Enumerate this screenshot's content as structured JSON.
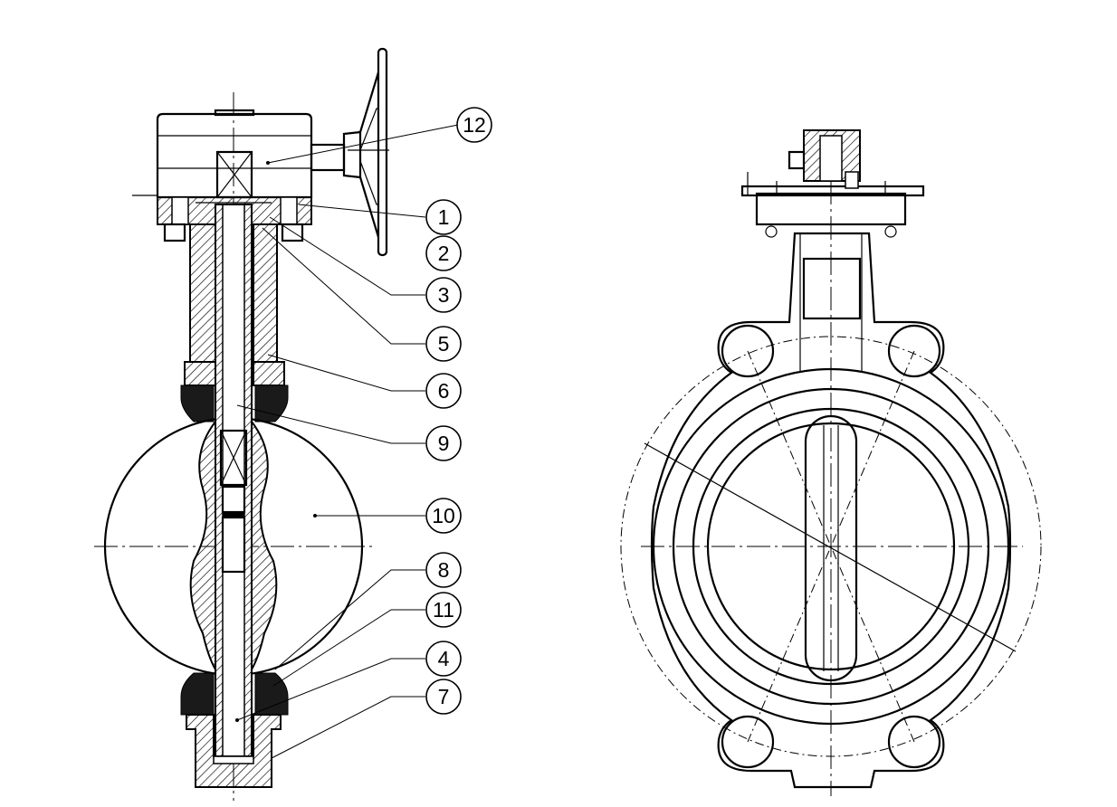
{
  "callouts": [
    {
      "label": "12"
    },
    {
      "label": "1"
    },
    {
      "label": "2"
    },
    {
      "label": "3"
    },
    {
      "label": "5"
    },
    {
      "label": "6"
    },
    {
      "label": "9"
    },
    {
      "label": "10"
    },
    {
      "label": "8"
    },
    {
      "label": "11"
    },
    {
      "label": "4"
    },
    {
      "label": "7"
    }
  ]
}
